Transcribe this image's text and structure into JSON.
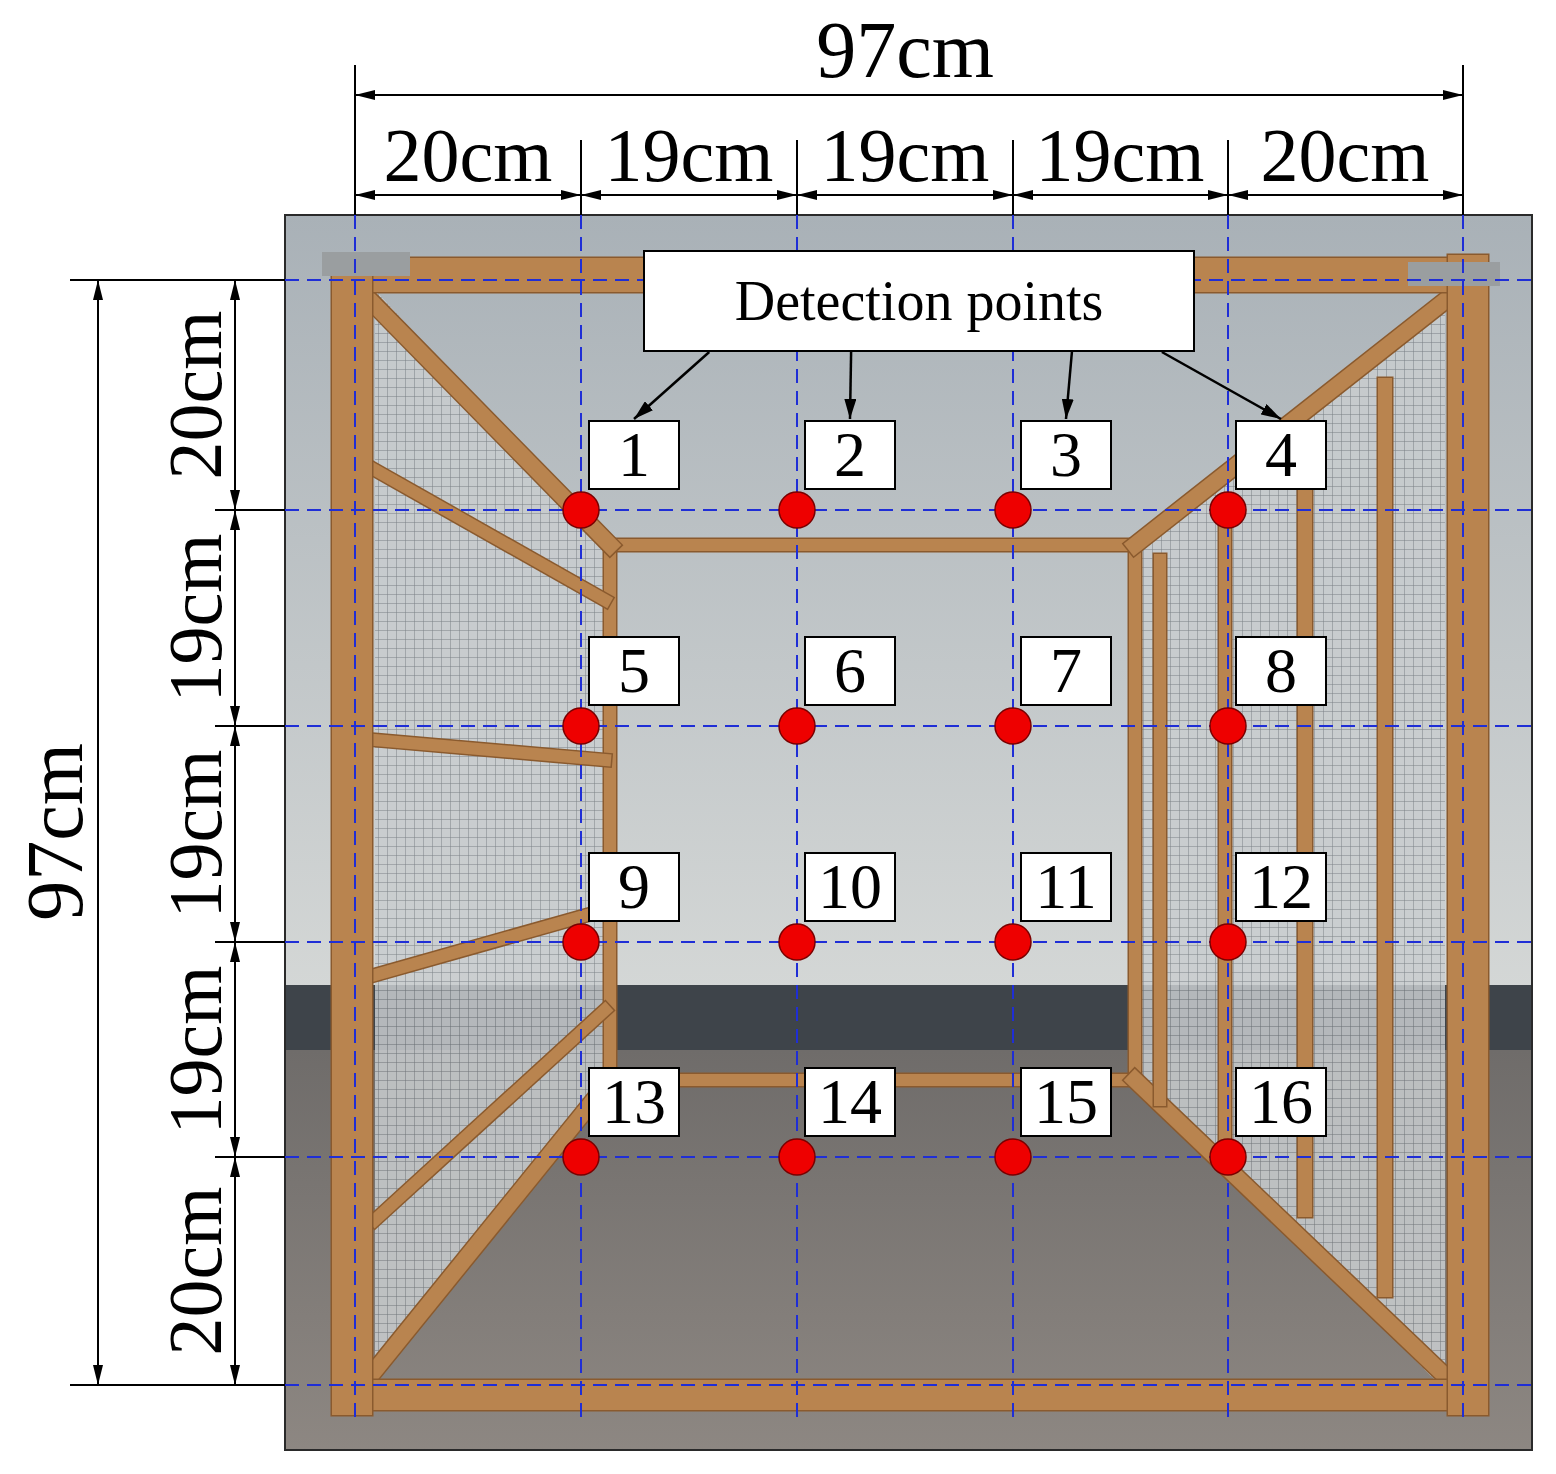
{
  "diagram": {
    "nodes": [
      {
        "text": [
          "Detection points"
        ]
      },
      {
        "text": [
          "1"
        ]
      },
      {
        "text": [
          "2"
        ]
      },
      {
        "text": [
          "3"
        ]
      },
      {
        "text": [
          "4"
        ]
      },
      {
        "text": [
          "5"
        ]
      },
      {
        "text": [
          "6"
        ]
      },
      {
        "text": [
          "7"
        ]
      },
      {
        "text": [
          "8"
        ]
      },
      {
        "text": [
          "9"
        ]
      },
      {
        "text": [
          "10"
        ]
      },
      {
        "text": [
          "11"
        ]
      },
      {
        "text": [
          "12"
        ]
      },
      {
        "text": [
          "13"
        ]
      },
      {
        "text": [
          "14"
        ]
      },
      {
        "text": [
          "15"
        ]
      },
      {
        "text": [
          "16"
        ]
      }
    ],
    "edges": [
      {
        "from": 0,
        "to": 1,
        "arrow": "to"
      },
      {
        "from": 0,
        "to": 2,
        "arrow": "to"
      },
      {
        "from": 0,
        "to": 3,
        "arrow": "to"
      },
      {
        "from": 0,
        "to": 4,
        "arrow": "to"
      }
    ],
    "labels": [
      "97cm",
      "20cm",
      "19cm",
      "19cm",
      "19cm",
      "20cm",
      "97cm",
      "20cm",
      "19cm",
      "19cm",
      "19cm",
      "20cm"
    ]
  }
}
